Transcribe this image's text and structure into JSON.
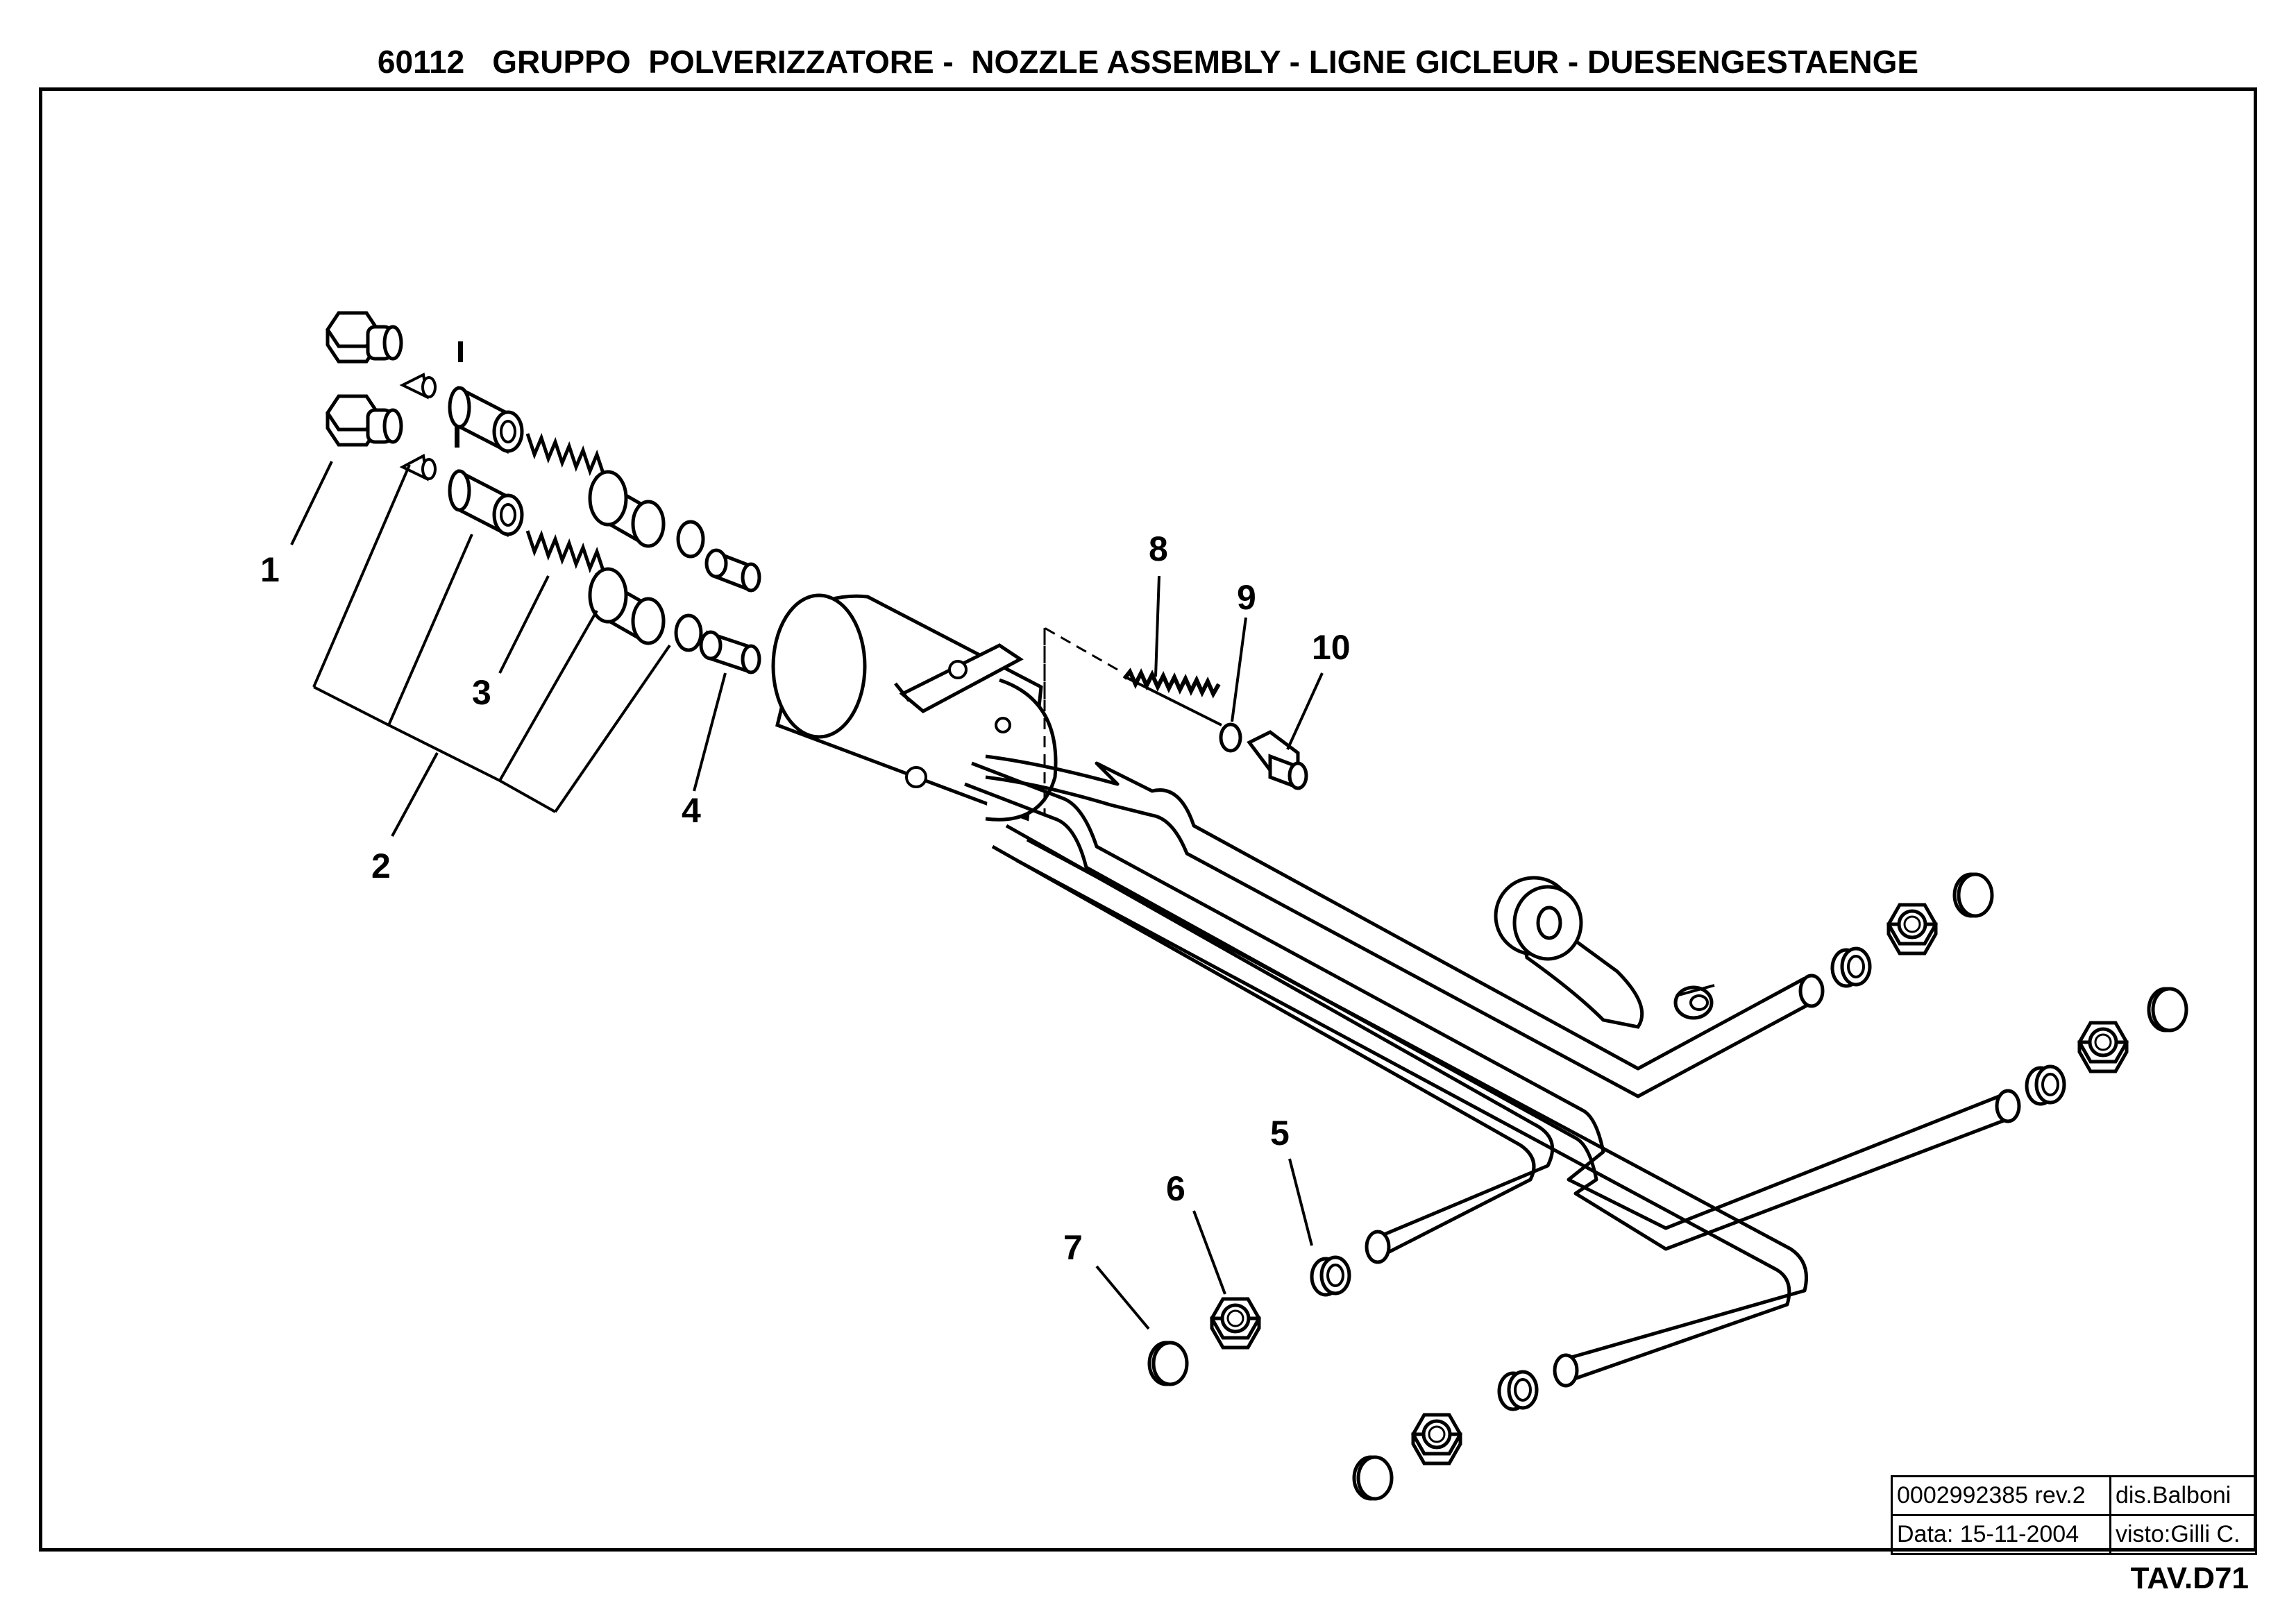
{
  "header": {
    "code": "60112",
    "title": "GRUPPO  POLVERIZZATORE -  NOZZLE ASSEMBLY - LIGNE GICLEUR - DUESENGESTAENGE"
  },
  "callouts": {
    "c1": "1",
    "c2": "2",
    "c3": "3",
    "c4": "4",
    "c5": "5",
    "c6": "6",
    "c7": "7",
    "c8": "8",
    "c9": "9",
    "c10": "10"
  },
  "title_block": {
    "drawing_number": "0002992385  rev.2",
    "designer": "dis.Balboni",
    "date": "Data:  15-11-2004",
    "checked_by": "visto:Gilli C."
  },
  "sheet_ref": "TAV.D71"
}
